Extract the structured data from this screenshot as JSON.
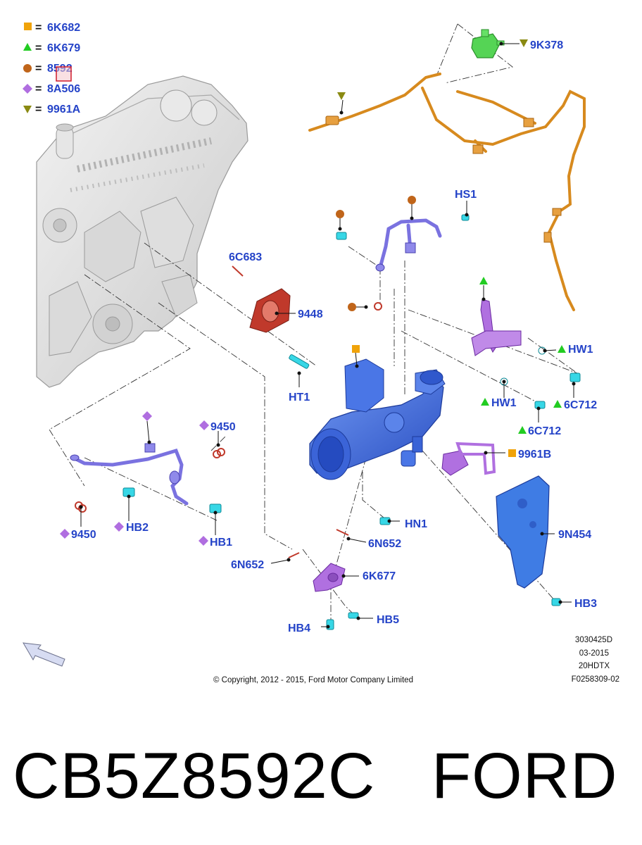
{
  "legend": [
    {
      "symbol": "square",
      "color": "#f0a30a",
      "code": "6K682"
    },
    {
      "symbol": "triangle",
      "color": "#22cc22",
      "code": "6K679"
    },
    {
      "symbol": "circle",
      "color": "#c0651a",
      "code": "8592"
    },
    {
      "symbol": "diamond",
      "color": "#b06ee0",
      "code": "8A506"
    },
    {
      "symbol": "triangle-down",
      "color": "#8a8a12",
      "code": "9961A"
    }
  ],
  "legend_eq": "=",
  "labels": {
    "l_9K378": "9K378",
    "l_HS1": "HS1",
    "l_6C683": "6C683",
    "l_9448": "9448",
    "l_HT1": "HT1",
    "l_HW1_a": "HW1",
    "l_HW1_b": "HW1",
    "l_6C712_a": "6C712",
    "l_6C712_b": "6C712",
    "l_9450_top": "9450",
    "l_9450_bot": "9450",
    "l_HB2": "HB2",
    "l_HB1": "HB1",
    "l_9961B": "9961B",
    "l_HN1": "HN1",
    "l_9N454": "9N454",
    "l_6N652_a": "6N652",
    "l_6N652_b": "6N652",
    "l_6K677": "6K677",
    "l_HB3": "HB3",
    "l_HB4": "HB4",
    "l_HB5": "HB5"
  },
  "meta": {
    "code1": "3030425D",
    "date": "03-2015",
    "engine": "20HDTX",
    "figure": "F0258309-02",
    "copyright": "© Copyright, 2012 - 2015, Ford Motor Company Limited"
  },
  "caption": "CB5Z8592C   FORD",
  "colors": {
    "label_blue": "#2443c8",
    "turbo_blue": "#3d6fe0",
    "hose_orange": "#d78a1e",
    "pipe_violet": "#7a72e0",
    "purple_part": "#b070e0",
    "green_part": "#55d455",
    "cyan_fastener": "#37d7e6",
    "gasket_red": "#c0392b"
  },
  "icons": [
    "arrow-left-icon"
  ]
}
